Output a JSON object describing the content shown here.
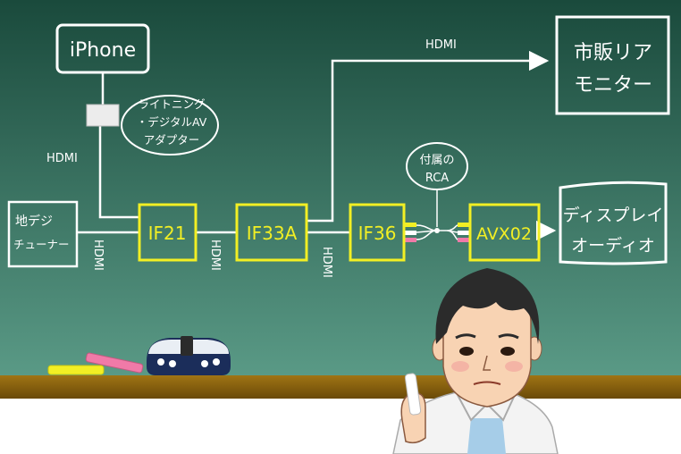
{
  "colors": {
    "board_top": "#1a4a3c",
    "board_bottom": "#5a9a86",
    "chalk": "#ffffff",
    "device": "#f2ef24",
    "ledge": "#8a6410",
    "floor": "#ffffff"
  },
  "diagram": {
    "sources": {
      "iphone": "iPhone",
      "adapter": [
        "ライトニング",
        "・デジタルAV",
        "アダプター"
      ],
      "tuner": [
        "地デジ",
        "チューナー"
      ]
    },
    "devices": {
      "if21": "IF21",
      "if33a": "IF33A",
      "if36": "IF36",
      "avx02": "AVX02"
    },
    "outputs": {
      "rear_monitor": [
        "市販リア",
        "モニター"
      ],
      "display_audio": [
        "ディスプレイ",
        "オーディオ"
      ]
    },
    "rca_note": [
      "付属の",
      "RCA"
    ],
    "cable_labels": {
      "iphone_hdmi": "HDMI",
      "tuner_hdmi": "HDMI",
      "if21_if33a_hdmi": "HDMI",
      "if33a_if36_hdmi": "HDMI",
      "monitor_hdmi": "HDMI"
    }
  },
  "illustration": {
    "chalk_pieces": [
      "yellow-chalk",
      "pink-chalk"
    ],
    "eraser": "board-eraser",
    "teacher": "teacher-holding-chalk"
  }
}
